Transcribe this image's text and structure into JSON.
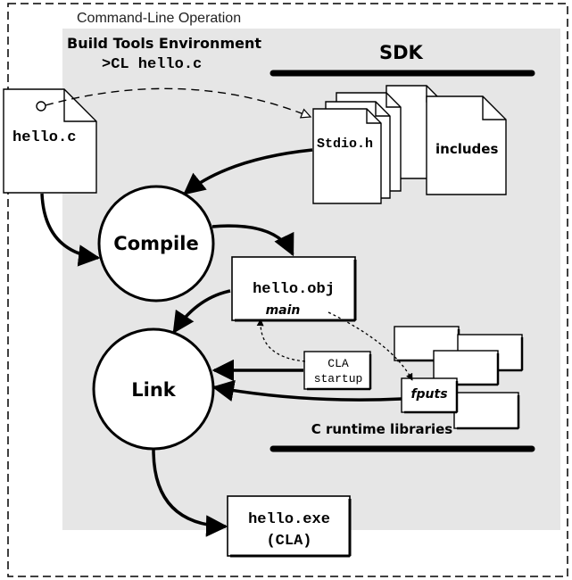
{
  "outer_title": "Command-Line Operation",
  "env": {
    "title": "Build Tools Environment",
    "command": ">CL hello.c"
  },
  "sdk": {
    "label": "SDK",
    "header_file": "Stdio.h",
    "includes": "includes"
  },
  "source_file": "hello.c",
  "compile": "Compile",
  "link": "Link",
  "object_file": {
    "name": "hello.obj",
    "symbol": "main"
  },
  "startup": {
    "line1": "CLA",
    "line2": "startup"
  },
  "runtime": {
    "symbol": "fputs",
    "label": "C runtime libraries"
  },
  "output": {
    "line1": "hello.exe",
    "line2": "(CLA)"
  },
  "colors": {
    "environment_background": "#e6e6e6",
    "stroke": "#000000",
    "fill": "#ffffff"
  }
}
